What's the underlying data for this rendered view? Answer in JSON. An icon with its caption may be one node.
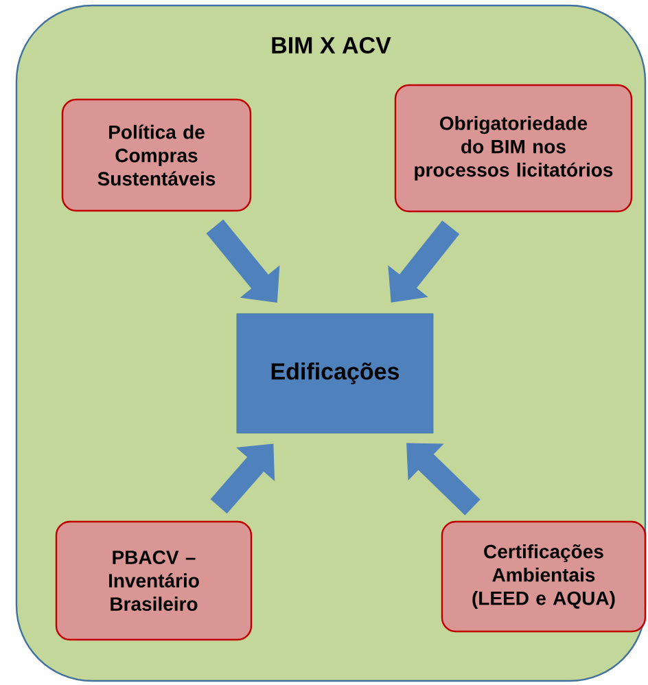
{
  "diagram": {
    "nodes": [
      {
        "text": [
          "BIM X ACV"
        ]
      },
      {
        "text": [
          "Política de Compras Sustentáveis"
        ],
        "in": 0
      },
      {
        "text": [
          "Obrigatoriedade do BIM nos processos licitatórios"
        ],
        "in": 0
      },
      {
        "text": [
          "Edificações"
        ],
        "in": 0
      },
      {
        "text": [
          "PBACV – Inventário Brasileiro"
        ],
        "in": 0
      },
      {
        "text": [
          "Certificações Ambientais (LEED e AQUA)"
        ],
        "in": 0
      }
    ],
    "edges": [
      {
        "from": 1,
        "to": 3,
        "arrow": "to"
      },
      {
        "from": 2,
        "to": 3,
        "arrow": "to"
      },
      {
        "from": 4,
        "to": 3,
        "arrow": "to"
      },
      {
        "from": 5,
        "to": 3,
        "arrow": "to"
      }
    ]
  }
}
